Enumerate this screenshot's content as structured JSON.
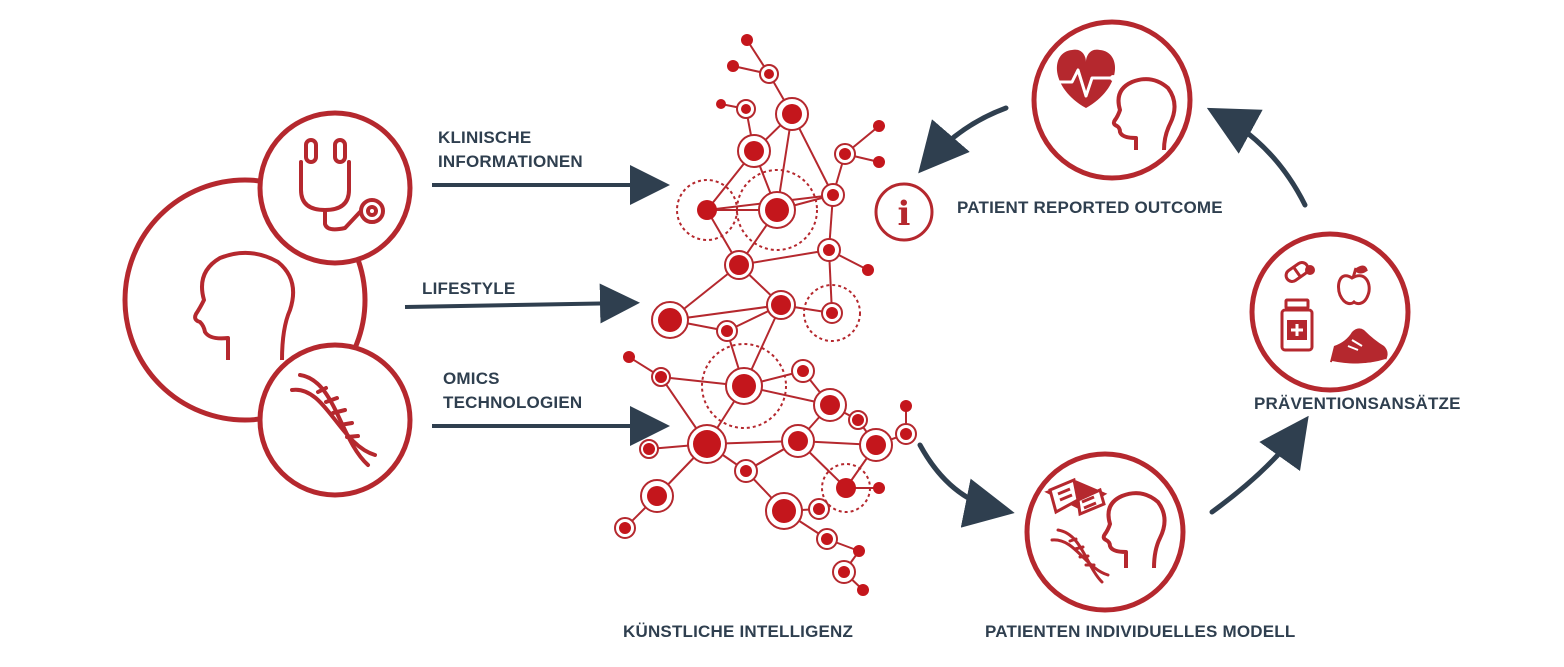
{
  "labels": {
    "clinical_line1": "KLINISCHE",
    "clinical_line2": "INFORMATIONEN",
    "lifestyle": "LIFESTYLE",
    "omics_line1": "OMICS",
    "omics_line2": "TECHNOLOGIEN",
    "ai": "KÜNSTLICHE INTELLIGENZ",
    "pro": "PATIENT REPORTED OUTCOME",
    "prevention": "PRÄVENTIONSANSÄTZE",
    "model": "PATIENTEN INDIVIDUELLES MODELL"
  },
  "info_glyph": "i",
  "colors": {
    "red": "#b5282e",
    "navy": "#2f3f4f"
  },
  "icons": [
    "head-icon",
    "stethoscope-icon",
    "dna-icon",
    "heart-icon",
    "info-icon",
    "pills-icon",
    "apple-icon",
    "medicine-bottle-icon",
    "sneaker-icon",
    "book-icon"
  ]
}
